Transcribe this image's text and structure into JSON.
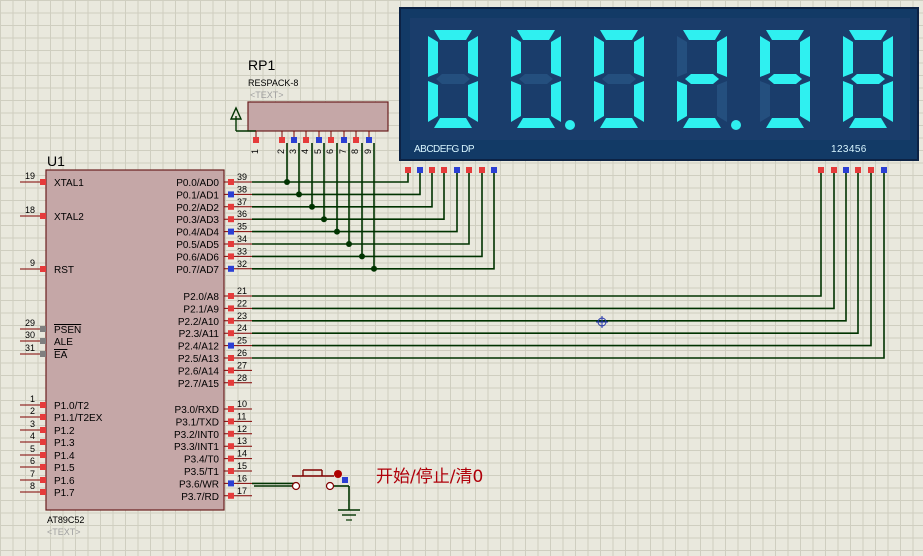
{
  "mcu": {
    "ref": "U1",
    "part": "AT89C52",
    "text_placeholder": "<TEXT>",
    "left_pins": [
      {
        "num": "19",
        "name": "XTAL1"
      },
      {
        "num": "18",
        "name": "XTAL2"
      },
      {
        "num": "9",
        "name": "RST"
      },
      {
        "num": "29",
        "name": "PSEN"
      },
      {
        "num": "30",
        "name": "ALE"
      },
      {
        "num": "31",
        "name": "EA"
      },
      {
        "num": "1",
        "name": "P1.0/T2"
      },
      {
        "num": "2",
        "name": "P1.1/T2EX"
      },
      {
        "num": "3",
        "name": "P1.2"
      },
      {
        "num": "4",
        "name": "P1.3"
      },
      {
        "num": "5",
        "name": "P1.4"
      },
      {
        "num": "6",
        "name": "P1.5"
      },
      {
        "num": "7",
        "name": "P1.6"
      },
      {
        "num": "8",
        "name": "P1.7"
      }
    ],
    "right_pins": [
      {
        "num": "39",
        "name": "P0.0/AD0"
      },
      {
        "num": "38",
        "name": "P0.1/AD1"
      },
      {
        "num": "37",
        "name": "P0.2/AD2"
      },
      {
        "num": "36",
        "name": "P0.3/AD3"
      },
      {
        "num": "35",
        "name": "P0.4/AD4"
      },
      {
        "num": "34",
        "name": "P0.5/AD5"
      },
      {
        "num": "33",
        "name": "P0.6/AD6"
      },
      {
        "num": "32",
        "name": "P0.7/AD7"
      },
      {
        "num": "21",
        "name": "P2.0/A8"
      },
      {
        "num": "22",
        "name": "P2.1/A9"
      },
      {
        "num": "23",
        "name": "P2.2/A10"
      },
      {
        "num": "24",
        "name": "P2.3/A11"
      },
      {
        "num": "25",
        "name": "P2.4/A12"
      },
      {
        "num": "26",
        "name": "P2.5/A13"
      },
      {
        "num": "27",
        "name": "P2.6/A14"
      },
      {
        "num": "28",
        "name": "P2.7/A15"
      },
      {
        "num": "10",
        "name": "P3.0/RXD"
      },
      {
        "num": "11",
        "name": "P3.1/TXD"
      },
      {
        "num": "12",
        "name": "P3.2/INT0"
      },
      {
        "num": "13",
        "name": "P3.3/INT1"
      },
      {
        "num": "14",
        "name": "P3.4/T0"
      },
      {
        "num": "15",
        "name": "P3.5/T1"
      },
      {
        "num": "16",
        "name": "P3.6/WR"
      },
      {
        "num": "17",
        "name": "P3.7/RD"
      }
    ]
  },
  "respack": {
    "ref": "RP1",
    "part": "RESPACK-8",
    "text_placeholder": "<TEXT>",
    "pins": [
      "1",
      "2",
      "3",
      "4",
      "5",
      "6",
      "7",
      "8",
      "9"
    ]
  },
  "display": {
    "digits": [
      "0",
      "0",
      "0",
      "2",
      "9",
      "8"
    ],
    "decimal_points": [
      false,
      true,
      false,
      true,
      false,
      false
    ],
    "segment_label": "ABCDEFG  DP",
    "digit_label": "123456",
    "color": "#2ff0f0",
    "background": "#1a3d6b"
  },
  "button": {
    "label": "开始/停止/清0"
  }
}
